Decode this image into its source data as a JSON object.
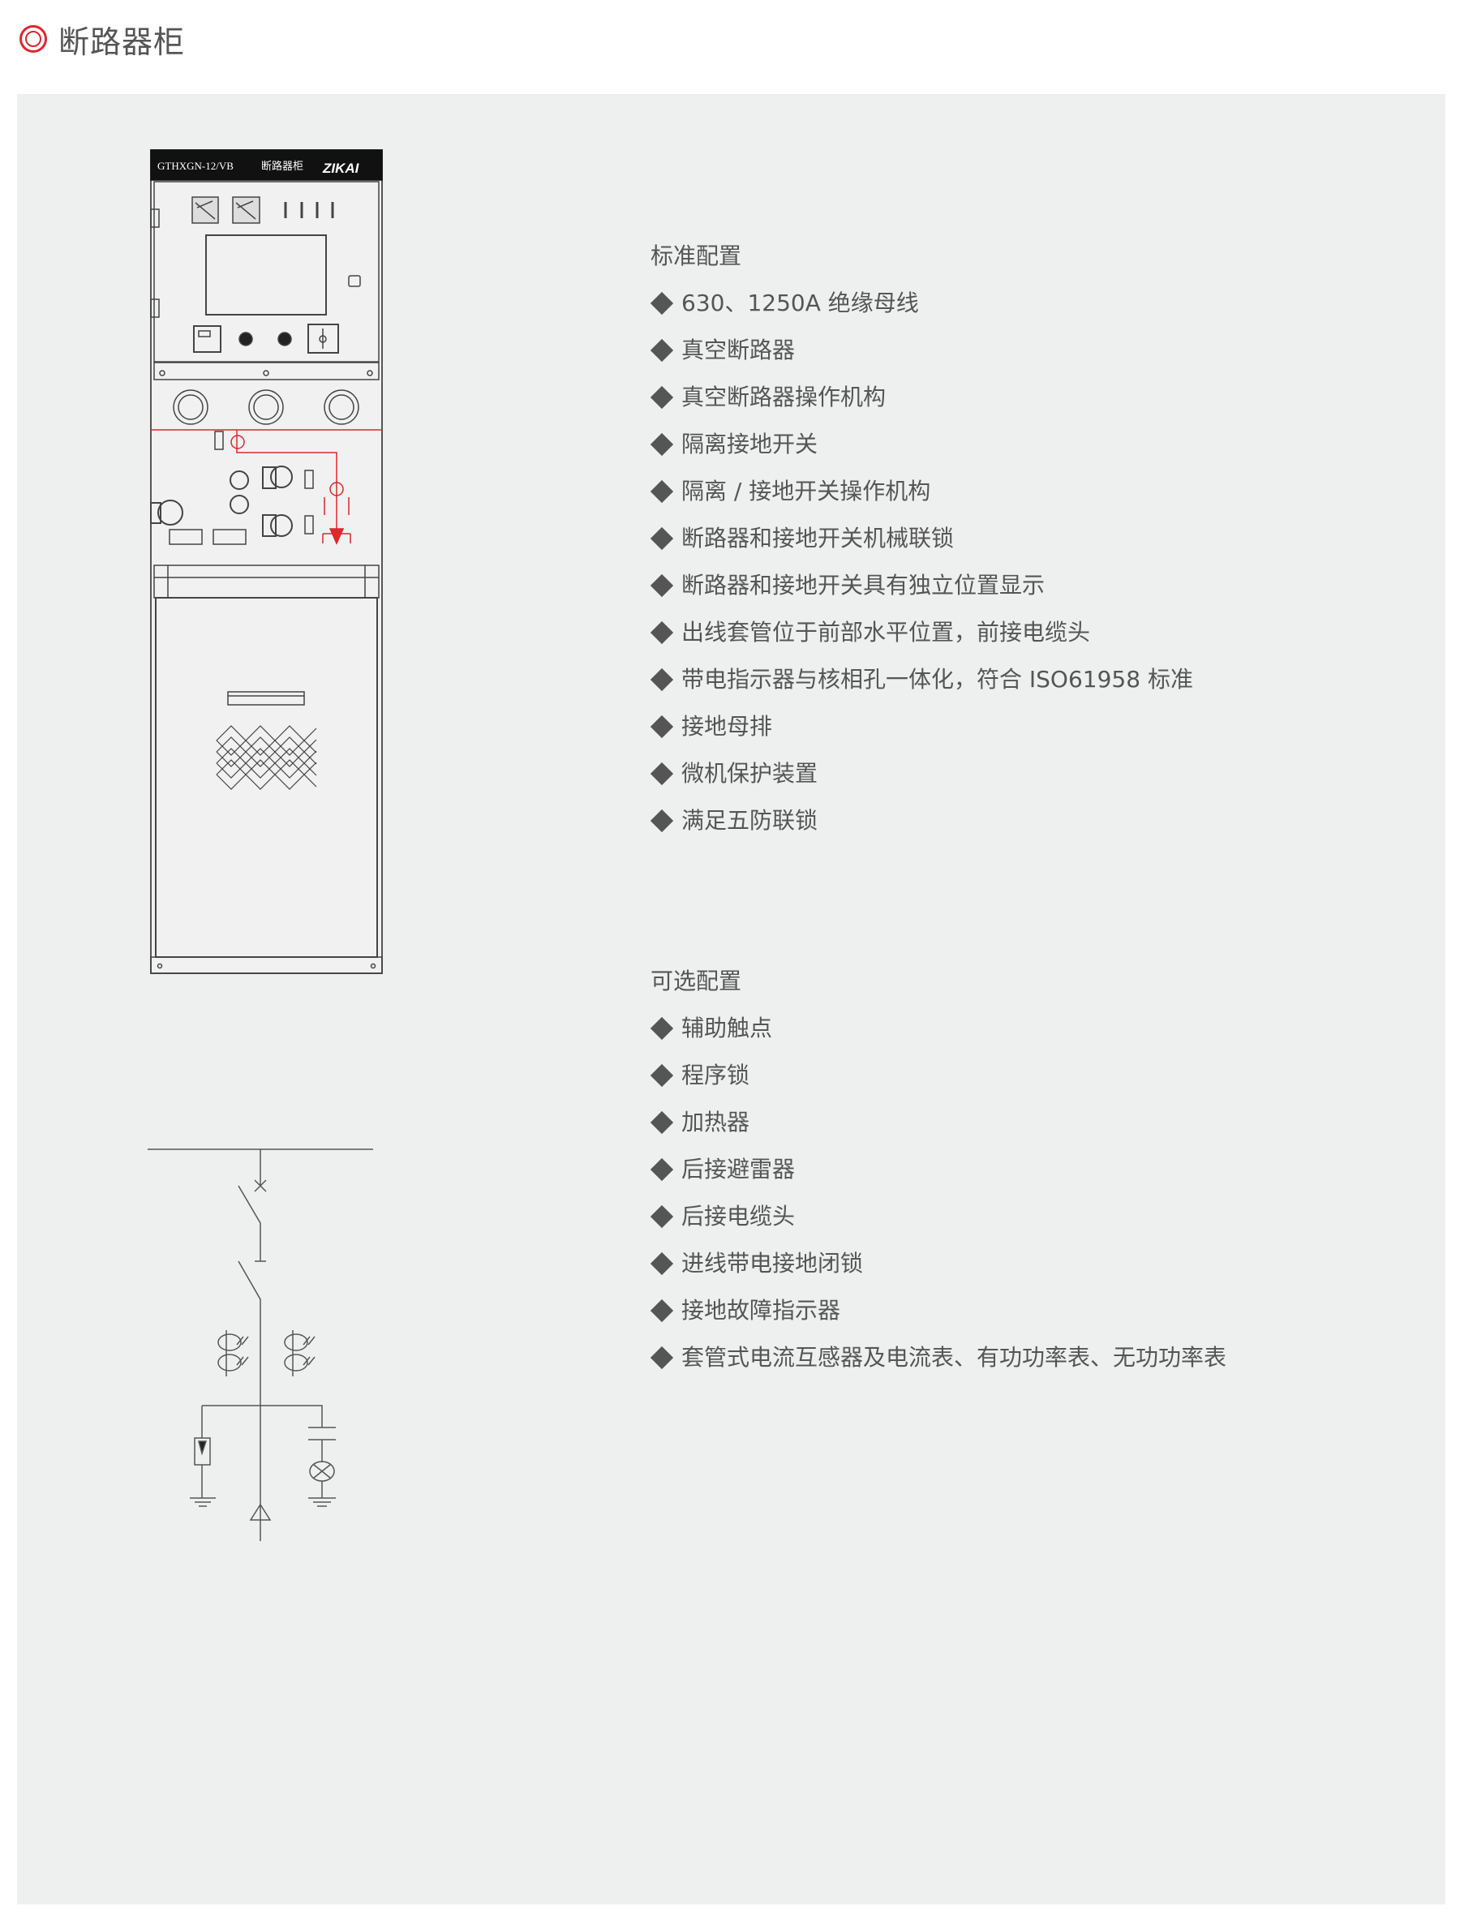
{
  "page_title": "断路器柜",
  "colors": {
    "accent": "#e0262c",
    "panel": "#eef0ef",
    "text": "#555555"
  },
  "cabinet": {
    "model": "GTHXGN-12/VB",
    "name": "断路器柜",
    "brand": "ZIKAI"
  },
  "standard": {
    "heading": "标准配置",
    "items": [
      "630、1250A 绝缘母线",
      "真空断路器",
      "真空断路器操作机构",
      "隔离接地开关",
      "隔离 / 接地开关操作机构",
      "断路器和接地开关机械联锁",
      "断路器和接地开关具有独立位置显示",
      "出线套管位于前部水平位置，前接电缆头",
      "带电指示器与核相孔一体化，符合 ISO61958 标准",
      "接地母排",
      "微机保护装置",
      "满足五防联锁"
    ]
  },
  "optional": {
    "heading": "可选配置",
    "items": [
      "辅助触点",
      "程序锁",
      "加热器",
      "后接避雷器",
      "后接电缆头",
      "进线带电接地闭锁",
      "接地故障指示器",
      "套管式电流互感器及电流表、有功功率表、无功功率表"
    ]
  }
}
